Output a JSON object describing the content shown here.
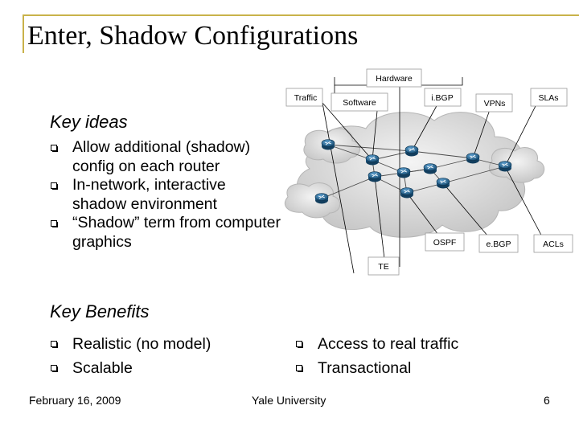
{
  "slide": {
    "title": "Enter, Shadow Configurations"
  },
  "key_ideas": {
    "heading": "Key ideas",
    "items": [
      "Allow additional (shadow) config on each router",
      "In-network, interactive shadow environment",
      "“Shadow” term from computer graphics"
    ]
  },
  "key_benefits": {
    "heading": "Key Benefits",
    "left_items": [
      "Realistic (no model)",
      "Scalable"
    ],
    "right_items": [
      "Access to real traffic",
      "Transactional"
    ]
  },
  "diagram": {
    "labels": {
      "hardware": "Hardware",
      "traffic": "Traffic",
      "software": "Software",
      "ibgp": "i.BGP",
      "vpns": "VPNs",
      "slas": "SLAs",
      "ospf": "OSPF",
      "ebgp": "e.BGP",
      "acls": "ACLs",
      "te": "TE"
    }
  },
  "footer": {
    "date": "February 16, 2009",
    "organization": "Yale University",
    "page_number": "6"
  },
  "colors": {
    "frame": "#c9b24a",
    "router": "#1f5f8b",
    "cloud": "#d9d9d9"
  }
}
